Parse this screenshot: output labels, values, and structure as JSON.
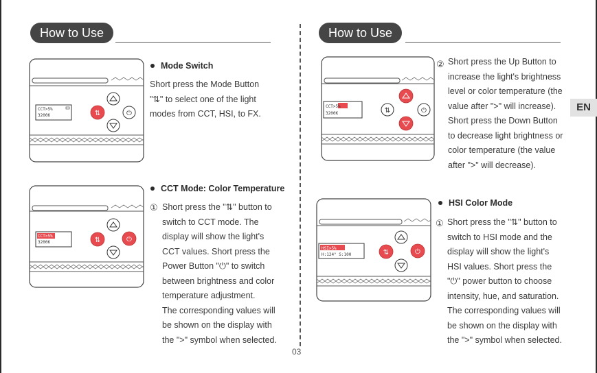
{
  "header": {
    "left_title": "How to Use",
    "right_title": "How to Use"
  },
  "language_tab": "EN",
  "page_number": "03",
  "colors": {
    "pill_bg": "#454545",
    "button_red": "#e74b50",
    "text": "#3a3a3a"
  },
  "sections": {
    "mode_switch": {
      "heading": "Mode Switch",
      "body": [
        "Short press the Mode Button",
        "\"⇅\" to select one of the light",
        "modes from CCT, HSI, to FX."
      ],
      "display": {
        "line1": "CCT>5%",
        "line2": "3200K"
      }
    },
    "cct_mode": {
      "heading": "CCT Mode: Color Temperature",
      "marker": "①",
      "body": [
        "Short press the \"⇅\" button to",
        "switch to CCT mode.  The",
        "display will show the light's",
        "CCT values. Short press the",
        "Power Button \"⏻\" to switch",
        "between brightness and color",
        "temperature adjustment.",
        "The corresponding values will",
        "be shown on the display with",
        "the \">\" symbol when selected."
      ],
      "display": {
        "line1": "CCT>5%",
        "line2": "3200K"
      }
    },
    "up_down": {
      "marker": "②",
      "body": [
        "Short press the Up Button to",
        "increase the light's brightness",
        "level or color temperature (the",
        "value after \">\" will increase).",
        "Short press the Down Button",
        "to decrease light brightness or",
        "color temperature (the value",
        "after \">\" will decrease)."
      ],
      "display": {
        "line1": "CCT>5%",
        "line2": "3200K"
      }
    },
    "hsi_mode": {
      "heading": "HSI Color Mode",
      "marker": "①",
      "body": [
        "Short press the \"⇅\" button to",
        "switch to HSI mode and the",
        "display will show the light's",
        "HSI values. Short press the",
        "\"⏻\" power button to choose",
        "intensity, hue, and saturation.",
        "The corresponding  values will",
        "be shown on the display with",
        "the \">\" symbol when selected."
      ],
      "display": {
        "line1": "HSI>5%",
        "line2": "H:124° S:100"
      }
    }
  }
}
